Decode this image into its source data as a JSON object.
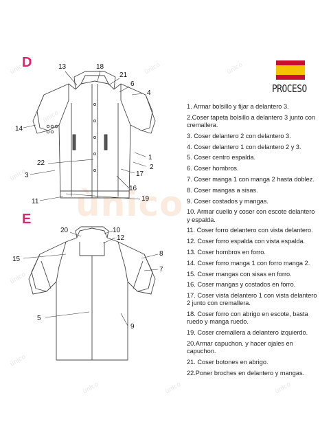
{
  "section_d": {
    "letter": "D"
  },
  "section_e": {
    "letter": "E"
  },
  "heading": "PROCESO",
  "watermark": "ùnico",
  "flag_colors": {
    "red": "#c8102e",
    "yellow": "#f5c400"
  },
  "accent_color": "#e0246f",
  "callouts_d": [
    "13",
    "18",
    "21",
    "6",
    "4",
    "14",
    "1",
    "2",
    "22",
    "3",
    "17",
    "16",
    "11",
    "19"
  ],
  "callouts_e": [
    "20",
    "10",
    "12",
    "15",
    "8",
    "7",
    "5",
    "9"
  ],
  "steps": [
    "1. Armar bolsillo y fijar a delantero 3.",
    "2.Coser tapeta bolsillo a delantero 3 junto con cremallera.",
    "3. Coser delantero 2 con delantero 3.",
    "4. Coser delantero 1 con delantero 2 y 3.",
    "5. Coser centro espalda.",
    "6. Coser hombros.",
    "7. Coser manga 1 con manga 2 hasta doblez.",
    "8. Coser mangas a sisas.",
    "9. Coser costados y mangas.",
    "10. Armar cuello y coser con escote delantero y espalda.",
    "11. Coser forro delantero con vista delantero.",
    "12. Coser forro espalda con vista espalda.",
    "13. Coser hombros en forro.",
    "14. Coser forro manga 1 con forro manga 2.",
    "15. Coser mangas con sisas en forro.",
    "16. Coser mangas y costados en forro.",
    "17. Coser vista delantero 1 con vista delantero 2 junto con cremallera.",
    "18. Coser forro con abrigo en escote, basta ruedo y manga ruedo.",
    "19. Coser cremallera a delantero izquierdo.",
    "20.Armar capuchon. y hacer ojales en capuchon.",
    "21. Coser botones en abrigo.",
    "22.Poner broches en delantero y mangas."
  ]
}
